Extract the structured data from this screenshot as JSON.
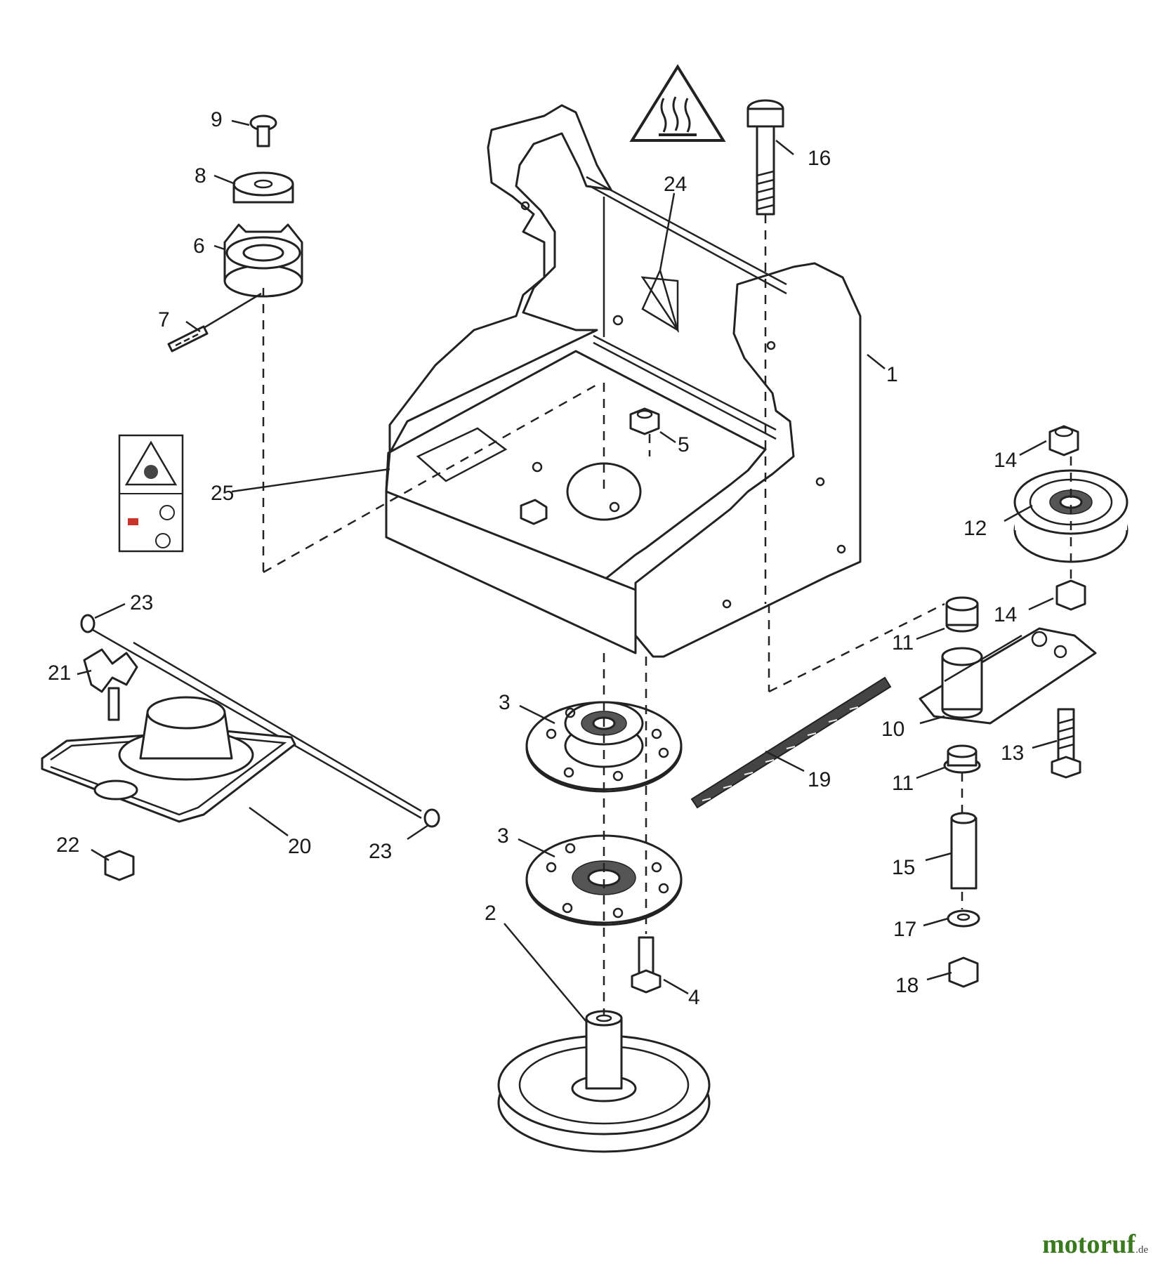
{
  "diagram": {
    "callouts": [
      "1",
      "2",
      "3",
      "3",
      "4",
      "5",
      "6",
      "7",
      "8",
      "9",
      "10",
      "11",
      "11",
      "12",
      "13",
      "14",
      "14",
      "15",
      "16",
      "17",
      "18",
      "19",
      "20",
      "21",
      "22",
      "23",
      "23",
      "24",
      "25"
    ]
  },
  "watermark": {
    "brand": "motoruf",
    "suffix": ".de",
    "color": "#3a7a1e"
  }
}
